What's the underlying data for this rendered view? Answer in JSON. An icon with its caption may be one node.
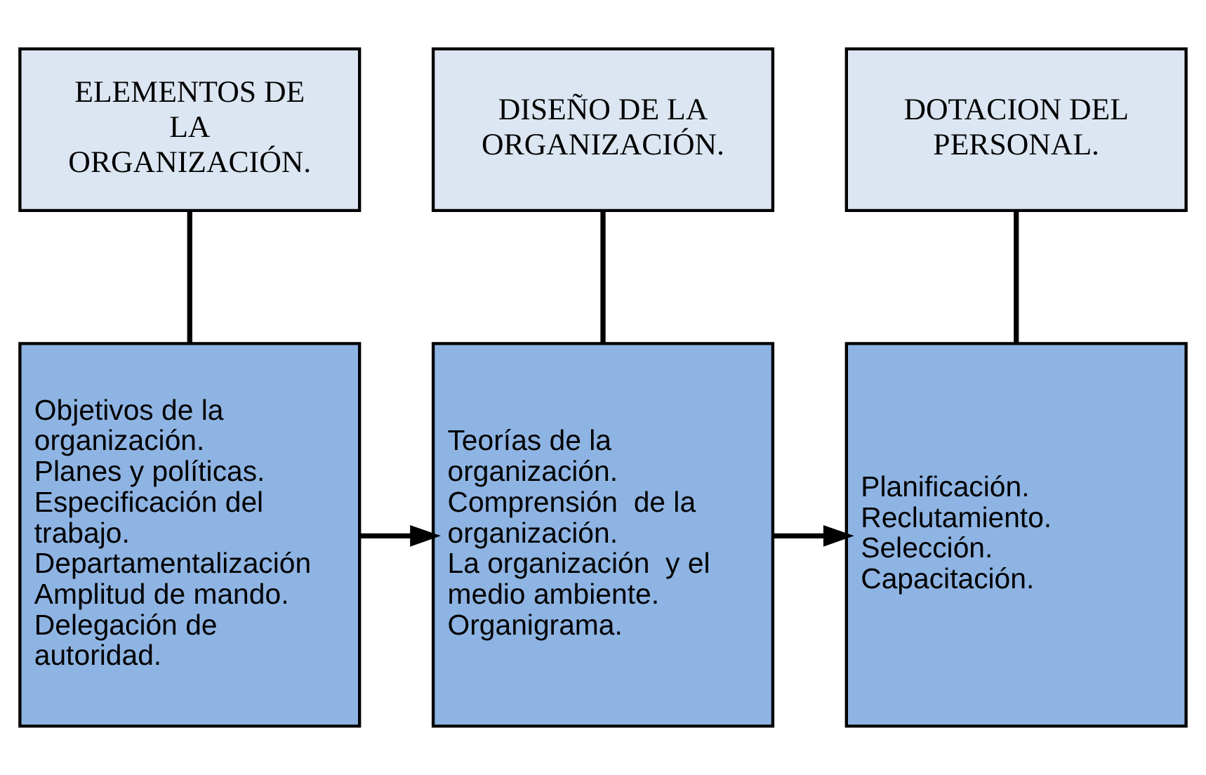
{
  "diagram": {
    "nodes": [
      {
        "text": [
          "ELEMENTOS DE LA ORGANIZACIÓN."
        ]
      },
      {
        "text": [
          "DISEÑO DE LA ORGANIZACIÓN."
        ]
      },
      {
        "text": [
          "DOTACION DEL PERSONAL."
        ]
      },
      {
        "text": [
          "Objetivos de la organización.",
          "Planes y políticas.",
          "Especificación del trabajo.",
          "Departamentalización",
          "Amplitud de mando.",
          "Delegación de autoridad."
        ]
      },
      {
        "text": [
          "Teorías de la organización.",
          "Comprensión  de la organización.",
          "La organización  y el medio ambiente.",
          "Organigrama."
        ]
      },
      {
        "text": [
          "Planificación.",
          "Reclutamiento.",
          "Selección.",
          "Capacitación."
        ]
      }
    ],
    "edges": [
      {
        "from": 0,
        "to": 3,
        "arrow": "none"
      },
      {
        "from": 1,
        "to": 4,
        "arrow": "none"
      },
      {
        "from": 2,
        "to": 5,
        "arrow": "none"
      },
      {
        "from": 3,
        "to": 4,
        "arrow": "to"
      },
      {
        "from": 4,
        "to": 5,
        "arrow": "to"
      }
    ]
  }
}
